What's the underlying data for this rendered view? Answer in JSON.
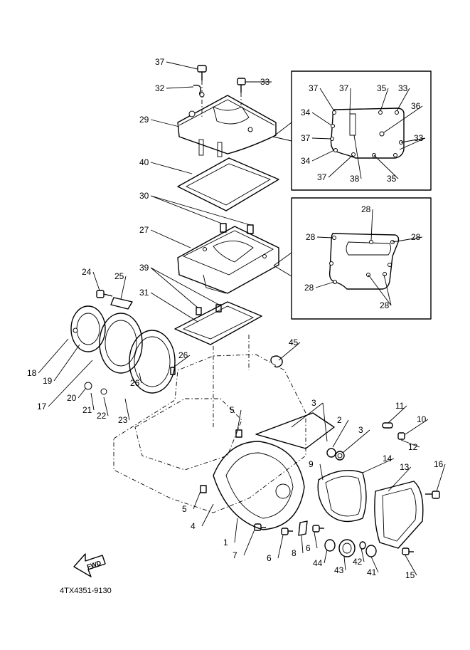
{
  "diagram": {
    "part_code": "4TX4351-9130",
    "fwd_label": "FWD",
    "callouts": [
      {
        "id": "c37a",
        "label": "37"
      },
      {
        "id": "c32",
        "label": "32"
      },
      {
        "id": "c33a",
        "label": "33"
      },
      {
        "id": "c29",
        "label": "29"
      },
      {
        "id": "c40",
        "label": "40"
      },
      {
        "id": "c30",
        "label": "30"
      },
      {
        "id": "c27",
        "label": "27"
      },
      {
        "id": "c39",
        "label": "39"
      },
      {
        "id": "c24",
        "label": "24"
      },
      {
        "id": "c25",
        "label": "25"
      },
      {
        "id": "c31",
        "label": "31"
      },
      {
        "id": "c45",
        "label": "45"
      },
      {
        "id": "c26a",
        "label": "26"
      },
      {
        "id": "c26b",
        "label": "26"
      },
      {
        "id": "c18",
        "label": "18"
      },
      {
        "id": "c19",
        "label": "19"
      },
      {
        "id": "c17",
        "label": "17"
      },
      {
        "id": "c20",
        "label": "20"
      },
      {
        "id": "c21",
        "label": "21"
      },
      {
        "id": "c22",
        "label": "22"
      },
      {
        "id": "c23",
        "label": "23"
      },
      {
        "id": "c5a",
        "label": "5"
      },
      {
        "id": "c5b",
        "label": "5"
      },
      {
        "id": "c3a",
        "label": "3"
      },
      {
        "id": "c2",
        "label": "2"
      },
      {
        "id": "c3b",
        "label": "3"
      },
      {
        "id": "c11",
        "label": "11"
      },
      {
        "id": "c10",
        "label": "10"
      },
      {
        "id": "c12",
        "label": "12"
      },
      {
        "id": "c14",
        "label": "14"
      },
      {
        "id": "c13",
        "label": "13"
      },
      {
        "id": "c16",
        "label": "16"
      },
      {
        "id": "c9",
        "label": "9"
      },
      {
        "id": "c4",
        "label": "4"
      },
      {
        "id": "c1",
        "label": "1"
      },
      {
        "id": "c7",
        "label": "7"
      },
      {
        "id": "c6a",
        "label": "6"
      },
      {
        "id": "c8",
        "label": "8"
      },
      {
        "id": "c6b",
        "label": "6"
      },
      {
        "id": "c44",
        "label": "44"
      },
      {
        "id": "c43",
        "label": "43"
      },
      {
        "id": "c42",
        "label": "42"
      },
      {
        "id": "c41",
        "label": "41"
      },
      {
        "id": "c15",
        "label": "15"
      },
      {
        "id": "i37a",
        "label": "37"
      },
      {
        "id": "i37b",
        "label": "37"
      },
      {
        "id": "i35a",
        "label": "35"
      },
      {
        "id": "i33a",
        "label": "33"
      },
      {
        "id": "i34a",
        "label": "34"
      },
      {
        "id": "i36",
        "label": "36"
      },
      {
        "id": "i37c",
        "label": "37"
      },
      {
        "id": "i33b",
        "label": "33"
      },
      {
        "id": "i34b",
        "label": "34"
      },
      {
        "id": "i37d",
        "label": "37"
      },
      {
        "id": "i38",
        "label": "38"
      },
      {
        "id": "i35b",
        "label": "35"
      },
      {
        "id": "j28a",
        "label": "28"
      },
      {
        "id": "j28b",
        "label": "28"
      },
      {
        "id": "j28c",
        "label": "28"
      },
      {
        "id": "j28d",
        "label": "28"
      },
      {
        "id": "j28e",
        "label": "28"
      }
    ]
  }
}
